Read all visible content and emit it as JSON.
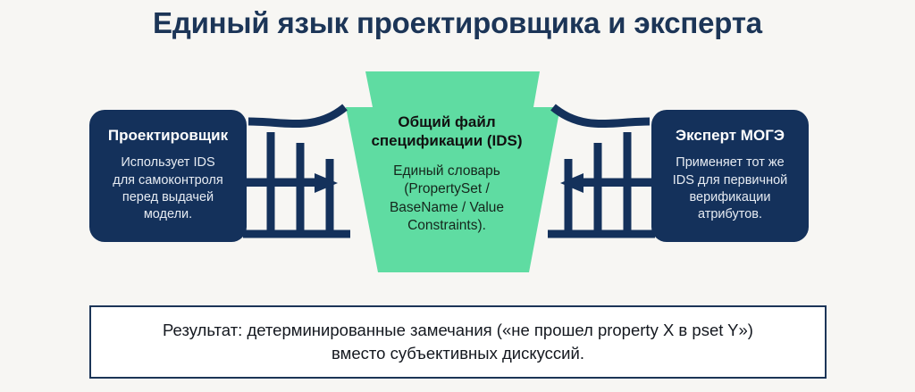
{
  "page": {
    "title": "Единый язык проектировщика и эксперта",
    "background_color": "#F7F6F3",
    "title_color": "#1C3557"
  },
  "colors": {
    "navy": "#14315B",
    "navy_dark": "#1C3557",
    "green": "#5FDCA2",
    "white": "#FFFFFF",
    "body_text_light": "#E6EBF2"
  },
  "left_box": {
    "title": "Проектировщик",
    "body_lines": [
      "Использует IDS",
      "для самоконтроля",
      "перед выдачей",
      "модели."
    ]
  },
  "center_shape": {
    "title_lines": [
      "Общий файл",
      "спецификации (IDS)"
    ],
    "body_lines": [
      "Единый словарь",
      "(PropertySet /",
      "BaseName / Value",
      "Constraints)."
    ],
    "fill_color": "#5FDCA2",
    "shape": "funnel-trapezoid"
  },
  "right_box": {
    "title": "Эксперт МОГЭ",
    "body_lines": [
      "Применяет тот же",
      "IDS для первичной",
      "верификации",
      "атрибутов."
    ]
  },
  "connectors": {
    "left_arrow_direction": "right",
    "right_arrow_direction": "left",
    "motif": "truss-bridge"
  },
  "result_box": {
    "line1": "Результат: детерминированные замечания («не прошел property X в pset Y»)",
    "line2": "вместо субъективных дискуссий.",
    "border_color": "#1C3557",
    "fill_color": "#FFFFFF"
  }
}
